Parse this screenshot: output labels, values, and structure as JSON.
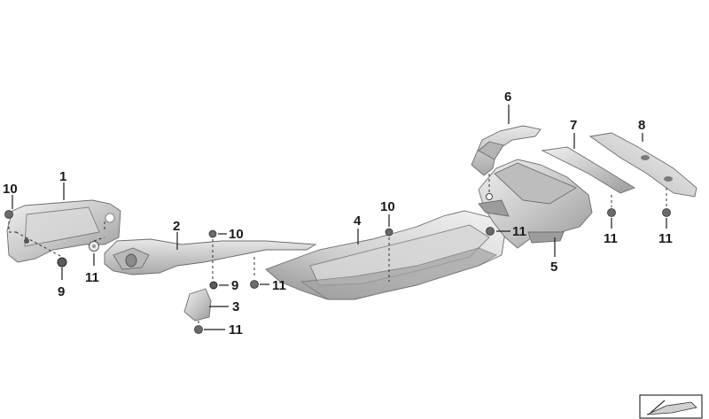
{
  "diagram": {
    "callouts": [
      "1",
      "2",
      "3",
      "4",
      "5",
      "6",
      "7",
      "8",
      "9",
      "10",
      "11"
    ],
    "colors": {
      "part_fill_light": "#e6e6e6",
      "part_fill_mid": "#bfbfbf",
      "part_fill_dark": "#8c8c8c",
      "label": "#1a1a1a",
      "background": "#ffffff"
    },
    "icons": {
      "corner_badge": "sheet-metal-icon"
    }
  }
}
